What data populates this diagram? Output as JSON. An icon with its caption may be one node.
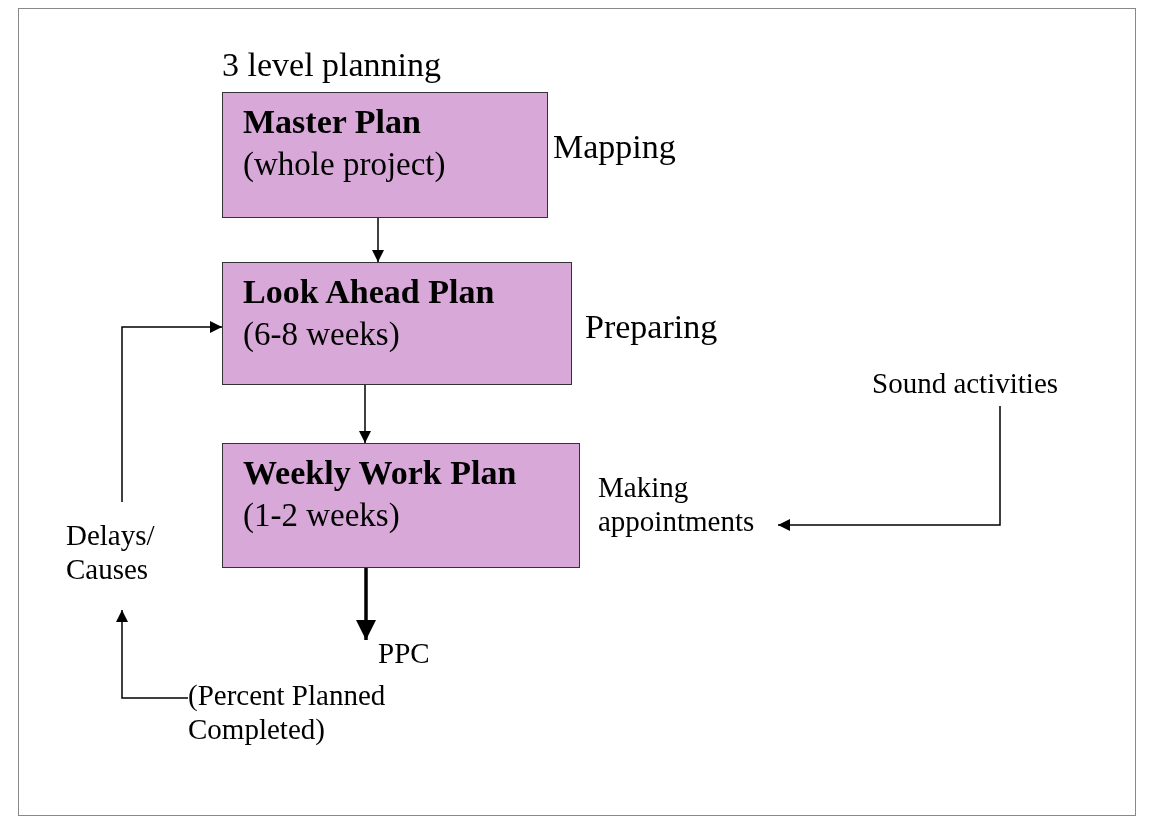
{
  "diagram": {
    "title": "3 level planning",
    "nodes": [
      {
        "text": [
          "Master Plan",
          "(whole project)"
        ],
        "beside": [
          "Mapping"
        ]
      },
      {
        "text": [
          "Look Ahead Plan",
          "(6-8 weeks)"
        ],
        "beside": [
          "Preparing"
        ]
      },
      {
        "text": [
          "Weekly Work Plan",
          "(1-2 weeks)"
        ]
      },
      {
        "text": [
          "Making appointments"
        ]
      },
      {
        "text": [
          "Sound activities"
        ]
      },
      {
        "text": [
          "Delays/ Causes"
        ]
      },
      {
        "text": [
          "PPC",
          "(Percent Planned Completed)"
        ]
      }
    ],
    "edges": [
      {
        "from": 0,
        "to": 1,
        "arrow": "to"
      },
      {
        "from": 1,
        "to": 2,
        "arrow": "to"
      },
      {
        "from": 2,
        "to": 6,
        "arrow": "to",
        "style": "thick"
      },
      {
        "from": 6,
        "to": 5,
        "arrow": "to"
      },
      {
        "from": 5,
        "to": 1,
        "arrow": "to"
      },
      {
        "from": 4,
        "to": 3,
        "arrow": "to"
      }
    ]
  }
}
